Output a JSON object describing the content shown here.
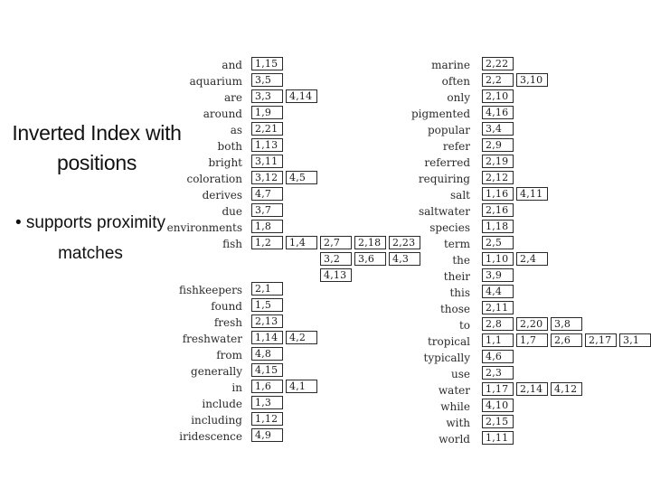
{
  "title": "Inverted Index with positions",
  "bullet": "• supports proximity matches",
  "colors": {
    "background": "#ffffff",
    "text": "#111111",
    "index_text": "#2b2b2b",
    "box_border": "#2a2a2a"
  },
  "index": {
    "left": [
      {
        "term": "and",
        "groups": [
          [
            "1,15"
          ]
        ]
      },
      {
        "term": "aquarium",
        "groups": [
          [
            "3,5"
          ]
        ]
      },
      {
        "term": "are",
        "groups": [
          [
            "3,3"
          ],
          [
            "4,14"
          ]
        ]
      },
      {
        "term": "around",
        "groups": [
          [
            "1,9"
          ]
        ]
      },
      {
        "term": "as",
        "groups": [
          [
            "2,21"
          ]
        ]
      },
      {
        "term": "both",
        "groups": [
          [
            "1,13"
          ]
        ]
      },
      {
        "term": "bright",
        "groups": [
          [
            "3,11"
          ]
        ]
      },
      {
        "term": "coloration",
        "groups": [
          [
            "3,12"
          ],
          [
            "4,5"
          ]
        ]
      },
      {
        "term": "derives",
        "groups": [
          [
            "4,7"
          ]
        ]
      },
      {
        "term": "due",
        "groups": [
          [
            "3,7"
          ]
        ]
      },
      {
        "term": "environments",
        "groups": [
          [
            "1,8"
          ]
        ]
      },
      {
        "term": "fish",
        "groups": [
          [
            "1,2"
          ],
          [
            "1,4"
          ],
          [
            "2,7",
            "3,2",
            "4,13"
          ],
          [
            "2,18",
            "3,6"
          ],
          [
            "2,23",
            "4,3"
          ]
        ]
      },
      {
        "term": "fishkeepers",
        "groups": [
          [
            "2,1"
          ]
        ]
      },
      {
        "term": "found",
        "groups": [
          [
            "1,5"
          ]
        ]
      },
      {
        "term": "fresh",
        "groups": [
          [
            "2,13"
          ]
        ]
      },
      {
        "term": "freshwater",
        "groups": [
          [
            "1,14"
          ],
          [
            "4,2"
          ]
        ]
      },
      {
        "term": "from",
        "groups": [
          [
            "4,8"
          ]
        ]
      },
      {
        "term": "generally",
        "groups": [
          [
            "4,15"
          ]
        ]
      },
      {
        "term": "in",
        "groups": [
          [
            "1,6"
          ],
          [
            "4,1"
          ]
        ]
      },
      {
        "term": "include",
        "groups": [
          [
            "1,3"
          ]
        ]
      },
      {
        "term": "including",
        "groups": [
          [
            "1,12"
          ]
        ]
      },
      {
        "term": "iridescence",
        "groups": [
          [
            "4,9"
          ]
        ]
      }
    ],
    "right": [
      {
        "term": "marine",
        "groups": [
          [
            "2,22"
          ]
        ]
      },
      {
        "term": "often",
        "groups": [
          [
            "2,2"
          ],
          [
            "3,10"
          ]
        ]
      },
      {
        "term": "only",
        "groups": [
          [
            "2,10"
          ]
        ]
      },
      {
        "term": "pigmented",
        "groups": [
          [
            "4,16"
          ]
        ]
      },
      {
        "term": "popular",
        "groups": [
          [
            "3,4"
          ]
        ]
      },
      {
        "term": "refer",
        "groups": [
          [
            "2,9"
          ]
        ]
      },
      {
        "term": "referred",
        "groups": [
          [
            "2,19"
          ]
        ]
      },
      {
        "term": "requiring",
        "groups": [
          [
            "2,12"
          ]
        ]
      },
      {
        "term": "salt",
        "groups": [
          [
            "1,16"
          ],
          [
            "4,11"
          ]
        ]
      },
      {
        "term": "saltwater",
        "groups": [
          [
            "2,16"
          ]
        ]
      },
      {
        "term": "species",
        "groups": [
          [
            "1,18"
          ]
        ]
      },
      {
        "term": "term",
        "groups": [
          [
            "2,5"
          ]
        ]
      },
      {
        "term": "the",
        "groups": [
          [
            "1,10"
          ],
          [
            "2,4"
          ]
        ]
      },
      {
        "term": "their",
        "groups": [
          [
            "3,9"
          ]
        ]
      },
      {
        "term": "this",
        "groups": [
          [
            "4,4"
          ]
        ]
      },
      {
        "term": "those",
        "groups": [
          [
            "2,11"
          ]
        ]
      },
      {
        "term": "to",
        "groups": [
          [
            "2,8"
          ],
          [
            "2,20"
          ],
          [
            "3,8"
          ]
        ]
      },
      {
        "term": "tropical",
        "groups": [
          [
            "1,1"
          ],
          [
            "1,7"
          ],
          [
            "2,6"
          ],
          [
            "2,17"
          ],
          [
            "3,1"
          ]
        ]
      },
      {
        "term": "typically",
        "groups": [
          [
            "4,6"
          ]
        ]
      },
      {
        "term": "use",
        "groups": [
          [
            "2,3"
          ]
        ]
      },
      {
        "term": "water",
        "groups": [
          [
            "1,17"
          ],
          [
            "2,14"
          ],
          [
            "4,12"
          ]
        ]
      },
      {
        "term": "while",
        "groups": [
          [
            "4,10"
          ]
        ]
      },
      {
        "term": "with",
        "groups": [
          [
            "2,15"
          ]
        ]
      },
      {
        "term": "world",
        "groups": [
          [
            "1,11"
          ]
        ]
      }
    ]
  }
}
